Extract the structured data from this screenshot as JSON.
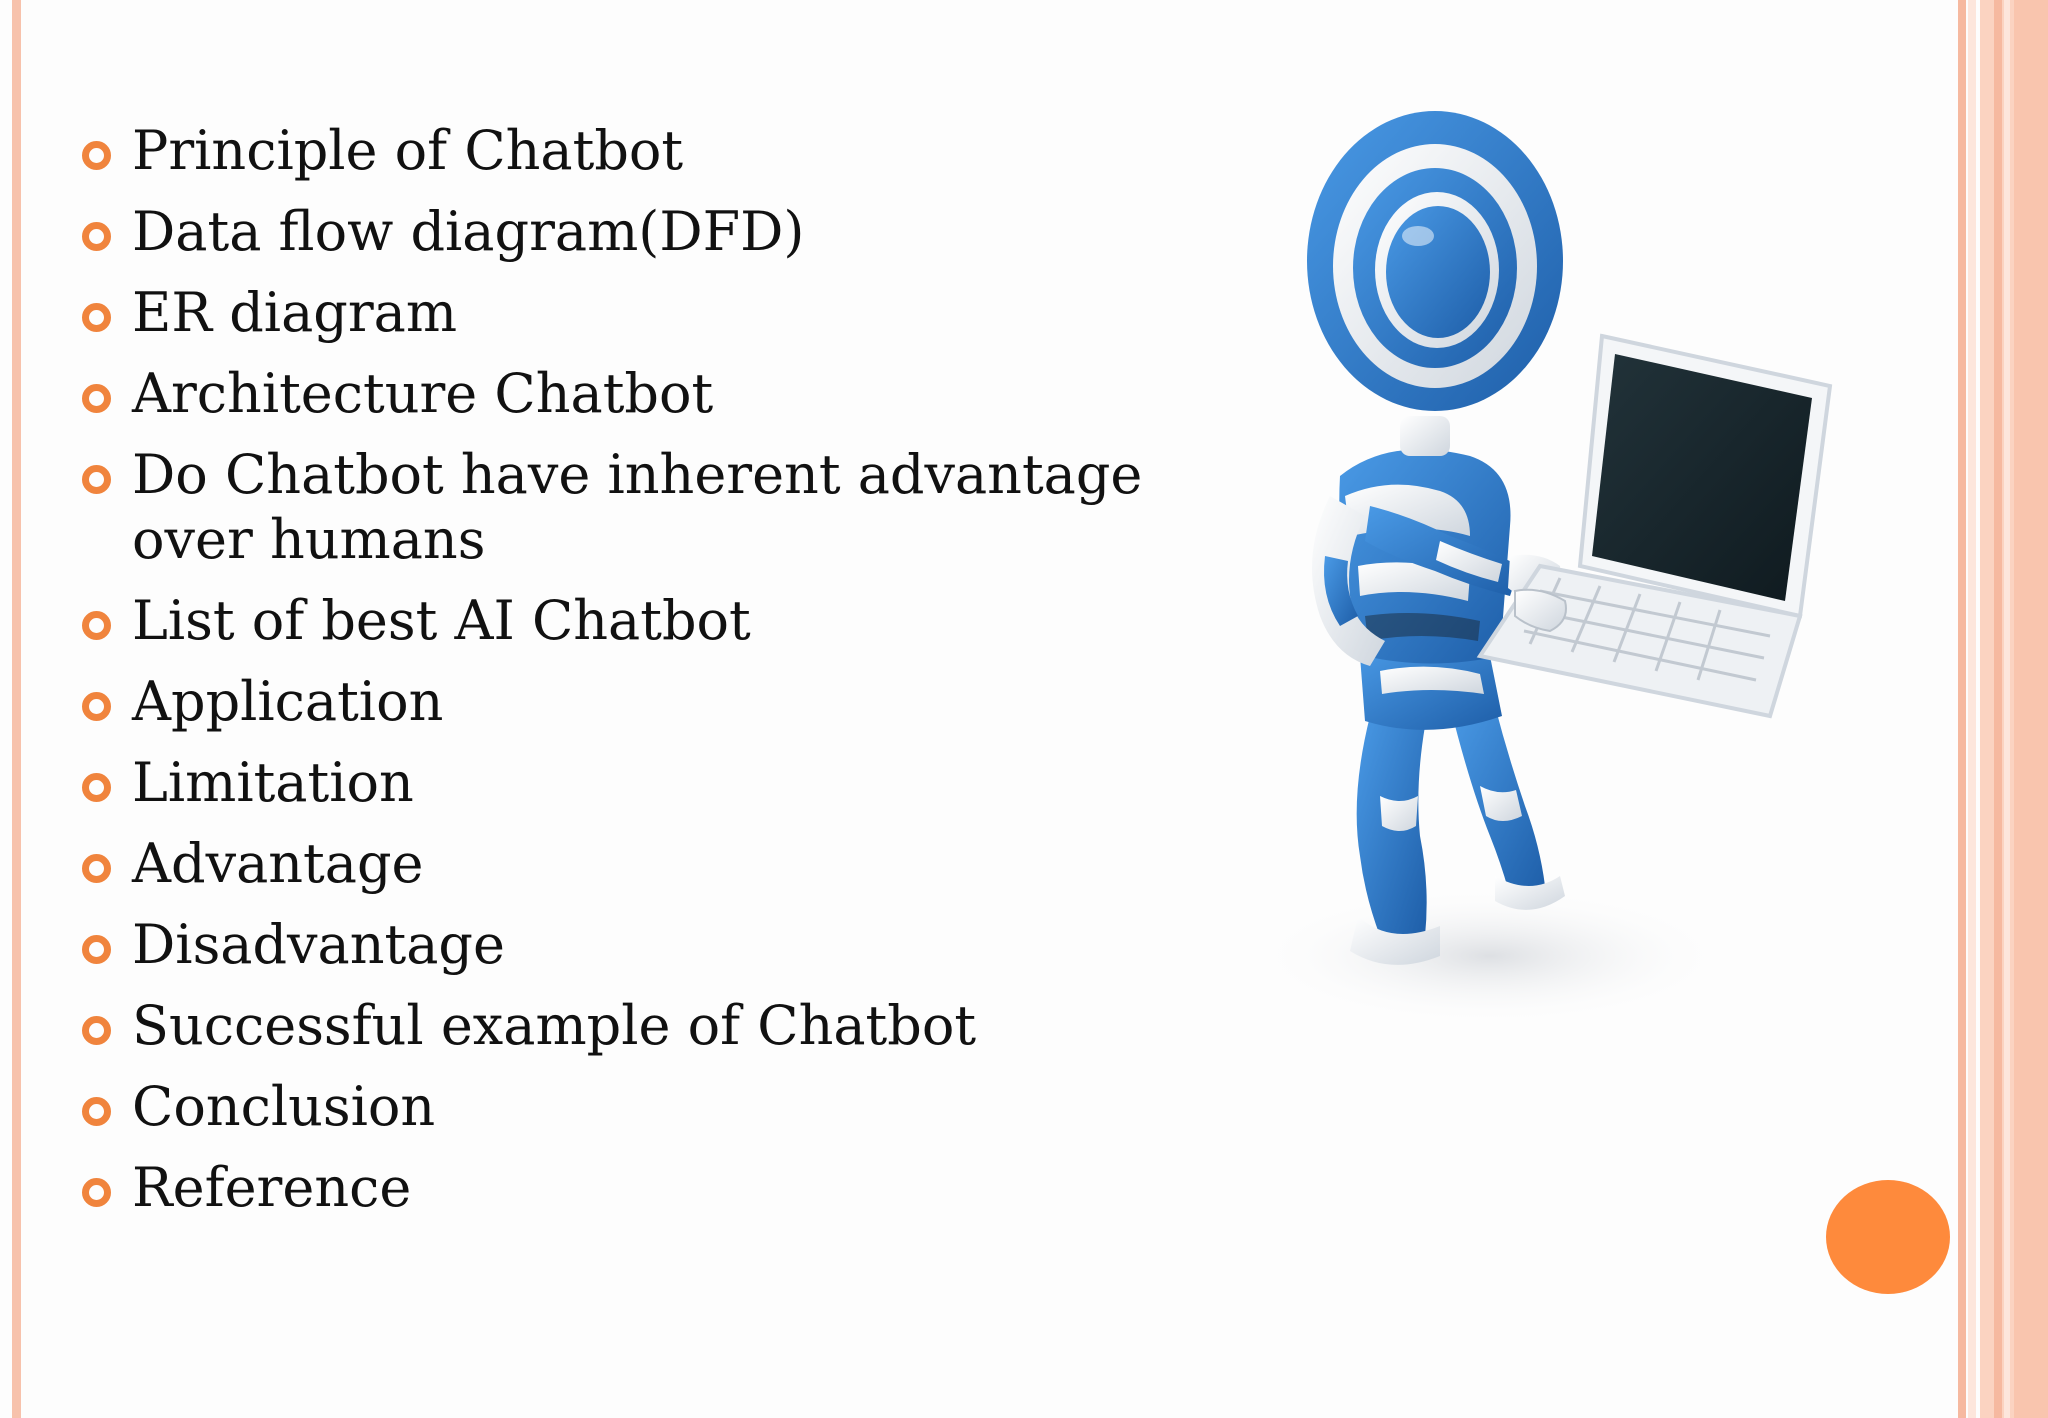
{
  "slide": {
    "accent_color": "#f0843d",
    "border_color": "#f7c2ac",
    "bullets": [
      {
        "text": "Principle of Chatbot"
      },
      {
        "text": "Data flow diagram(DFD)"
      },
      {
        "text": "ER diagram"
      },
      {
        "text": "Architecture Chatbot"
      },
      {
        "text": "Do Chatbot have inherent advantage over humans"
      },
      {
        "text": "List of best AI Chatbot"
      },
      {
        "text": "Application"
      },
      {
        "text": "Limitation"
      },
      {
        "text": "Advantage"
      },
      {
        "text": "Disadvantage"
      },
      {
        "text": "Successful example of Chatbot"
      },
      {
        "text": "Conclusion"
      },
      {
        "text": "Reference"
      }
    ],
    "illustration": {
      "subject": "robot-with-laptop",
      "primary_color": "#2f7fcf",
      "secondary_color": "#f2f4f7"
    }
  }
}
